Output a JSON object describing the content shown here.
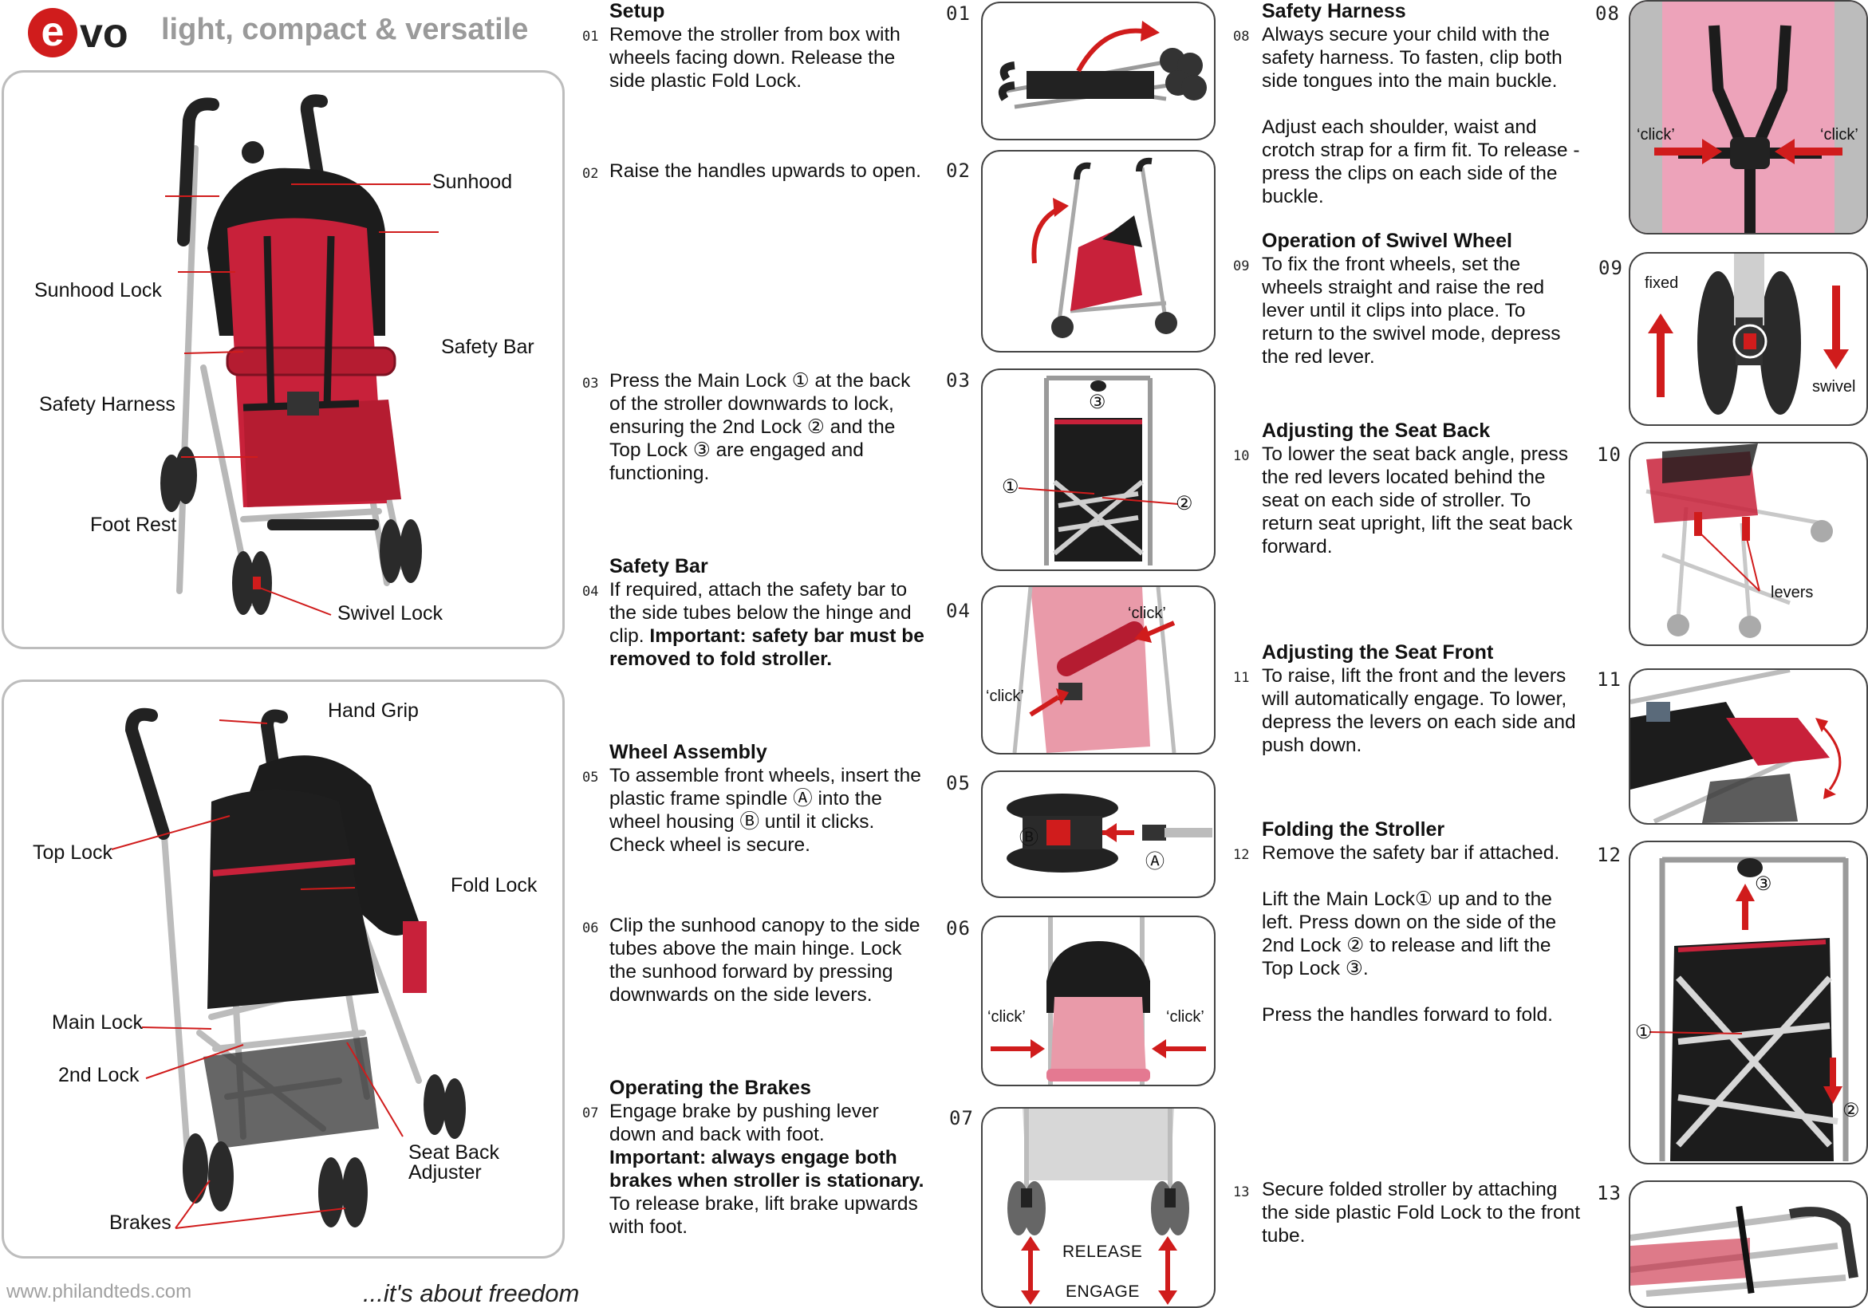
{
  "header": {
    "logo": "evo",
    "tagline": "light, compact & versatile"
  },
  "footer": {
    "url": "www.philandteds.com",
    "slogan": "...it's about freedom"
  },
  "panel_top": {
    "callouts": {
      "sunhood": "Sunhood",
      "sunhood_lock": "Sunhood Lock",
      "safety_bar": "Safety Bar",
      "safety_harness": "Safety Harness",
      "foot_rest": "Foot Rest",
      "swivel_lock": "Swivel Lock"
    }
  },
  "panel_bottom": {
    "callouts": {
      "hand_grip": "Hand Grip",
      "top_lock": "Top Lock",
      "fold_lock": "Fold Lock",
      "main_lock": "Main Lock",
      "second_lock": "2nd Lock",
      "seat_back_adjuster_1": "Seat Back",
      "seat_back_adjuster_2": "Adjuster",
      "brakes": "Brakes"
    }
  },
  "steps": {
    "s01": {
      "num": "01",
      "title": "Setup",
      "text": "Remove the stroller from box with wheels facing down. Release the side plastic Fold Lock.",
      "fig": "01"
    },
    "s02": {
      "num": "02",
      "text": "Raise the handles upwards to open.",
      "fig": "02"
    },
    "s03": {
      "num": "03",
      "text_a": "Press the Main Lock ",
      "c1": "①",
      "text_b": " at the back of the stroller downwards to lock, ensuring the 2nd Lock ",
      "c2": "②",
      "text_c": " and the Top Lock ",
      "c3": "③",
      "text_d": " are engaged and functioning.",
      "fig": "03"
    },
    "s04": {
      "num": "04",
      "title": "Safety Bar",
      "text": "If required, attach the safety bar to the side tubes below the hinge and clip. ",
      "bold": "Important: safety bar must be removed to fold stroller.",
      "fig": "04"
    },
    "s05": {
      "num": "05",
      "title": "Wheel Assembly",
      "text_a": "To assemble front wheels, insert the plastic frame spindle ",
      "ca": "Ⓐ",
      "text_b": " into the wheel housing ",
      "cb": "Ⓑ",
      "text_c": " until it clicks. Check wheel is secure.",
      "fig": "05"
    },
    "s06": {
      "num": "06",
      "text": "Clip the sunhood canopy to the side tubes above the main hinge. Lock the sunhood forward by pressing downwards on the side levers.",
      "fig": "06"
    },
    "s07": {
      "num": "07",
      "title": "Operating the Brakes",
      "text": "Engage brake by pushing lever down and back with foot.",
      "bold": "Important: always engage both brakes when stroller is stationary.",
      "text2": "To release brake, lift brake upwards with foot.",
      "fig": "07"
    },
    "s08": {
      "num": "08",
      "title": "Safety Harness",
      "text": "Always secure your child with the safety harness. To fasten, clip both side tongues into the main buckle.",
      "text2": "Adjust each shoulder, waist and crotch strap for a firm fit. To release - press the clips on each side of the buckle.",
      "fig": "08"
    },
    "s09": {
      "num": "09",
      "title": "Operation of Swivel Wheel",
      "text": "To fix the front wheels, set the wheels straight and raise the red lever until it clips into place. To return to the swivel mode, depress the red lever.",
      "fig": "09"
    },
    "s10": {
      "num": "10",
      "title": "Adjusting the Seat Back",
      "text": "To lower the seat back angle, press the red levers located behind the seat on each side of stroller. To return seat upright, lift the seat back forward.",
      "fig": "10"
    },
    "s11": {
      "num": "11",
      "title": "Adjusting the Seat Front",
      "text": "To raise, lift the front and the levers will automatically engage. To lower, depress the levers on each side and push down.",
      "fig": "11"
    },
    "s12": {
      "num": "12",
      "title": "Folding the Stroller",
      "text": "Remove the safety bar if attached.",
      "text2_a": "Lift the Main Lock",
      "c1": "①",
      "text2_b": " up and to the left. Press down on the side of the 2nd Lock ",
      "c2": "②",
      "text2_c": " to release and lift the Top Lock ",
      "c3": "③",
      "text2_d": ".",
      "text3": "Press the handles forward to fold.",
      "fig": "12"
    },
    "s13": {
      "num": "13",
      "text": "Secure folded stroller by attaching the side plastic Fold Lock to the front tube.",
      "fig": "13"
    }
  },
  "figures": {
    "f03": {
      "c1": "①",
      "c2": "②",
      "c3": "③"
    },
    "f04": {
      "click_a": "‘click’",
      "click_b": "‘click’"
    },
    "f05": {
      "a": "Ⓐ",
      "b": "Ⓑ"
    },
    "f06": {
      "click_a": "‘click’",
      "click_b": "‘click’"
    },
    "f07": {
      "release": "RELEASE",
      "engage": "ENGAGE"
    },
    "f08": {
      "click_a": "‘click’",
      "click_b": "‘click’"
    },
    "f09": {
      "fixed": "fixed",
      "swivel": "swivel"
    },
    "f10": {
      "levers": "levers"
    },
    "f12": {
      "c1": "①",
      "c2": "②",
      "c3": "③"
    }
  },
  "colors": {
    "accent_red": "#d01c1c",
    "seat_red": "#c8213a",
    "canopy": "#1c1c1c",
    "frame": "#b9b9b9",
    "panel_border": "#bdbdbd"
  }
}
